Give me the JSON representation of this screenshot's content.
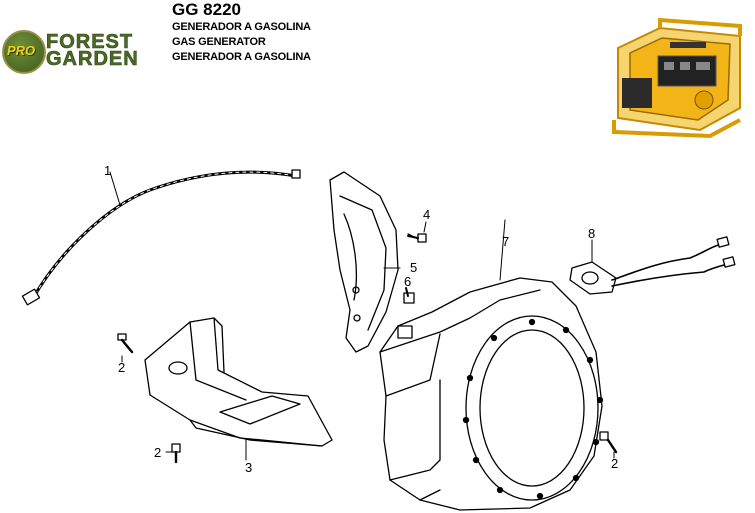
{
  "header": {
    "model": "GG 8220",
    "lines": [
      "GENERADOR A GASOLINA",
      "GAS GENERATOR",
      "GENERADOR A GASOLINA"
    ]
  },
  "logo": {
    "badge": "PRO",
    "line1": "FOREST",
    "line2": "GARDEN"
  },
  "callouts": {
    "c1": "1",
    "c2a": "2",
    "c2b": "2",
    "c2c": "2",
    "c3": "3",
    "c4": "4",
    "c5": "5",
    "c6": "6",
    "c7": "7",
    "c8": "8"
  },
  "colors": {
    "logo_green": "#4a6a25",
    "generator_yellow": "#f2b417"
  }
}
